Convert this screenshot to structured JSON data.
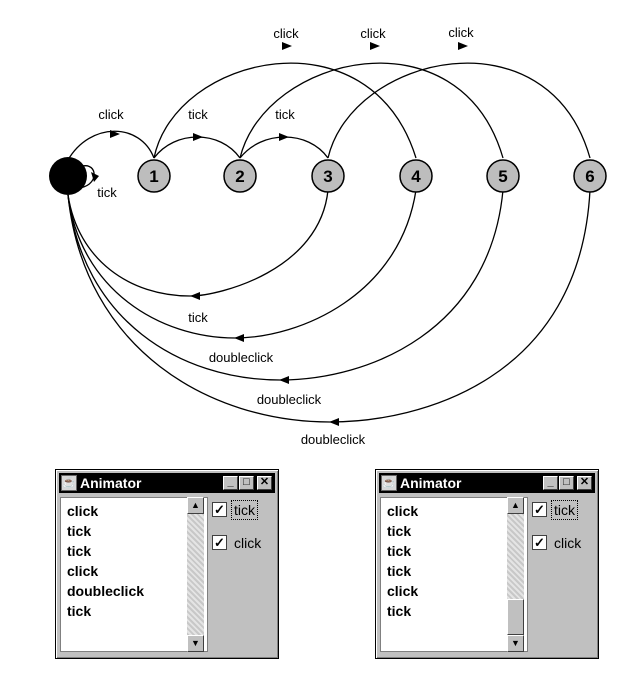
{
  "diagram": {
    "states": [
      "1",
      "2",
      "3",
      "4",
      "5",
      "6"
    ],
    "labels": {
      "click_top_1": "click",
      "click_top_2": "click",
      "click_top_3": "click",
      "click_start": "click",
      "tick_1_2": "tick",
      "tick_2_3": "tick",
      "tick_self": "tick",
      "tick_3_back": "tick",
      "doubleclick_4": "doubleclick",
      "doubleclick_5": "doubleclick",
      "doubleclick_6": "doubleclick"
    }
  },
  "windows": [
    {
      "title": "Animator",
      "items": [
        "click",
        "tick",
        "tick",
        "click",
        "doubleclick",
        "tick"
      ],
      "checkboxes": [
        {
          "label": "tick",
          "checked": true,
          "focused": true
        },
        {
          "label": "click",
          "checked": true,
          "focused": false
        }
      ],
      "scroll_fraction": 0.0
    },
    {
      "title": "Animator",
      "items": [
        "click",
        "tick",
        "tick",
        "tick",
        "click",
        "tick"
      ],
      "checkboxes": [
        {
          "label": "tick",
          "checked": true,
          "focused": true
        },
        {
          "label": "click",
          "checked": true,
          "focused": false
        }
      ],
      "scroll_fraction": 1.0
    }
  ]
}
